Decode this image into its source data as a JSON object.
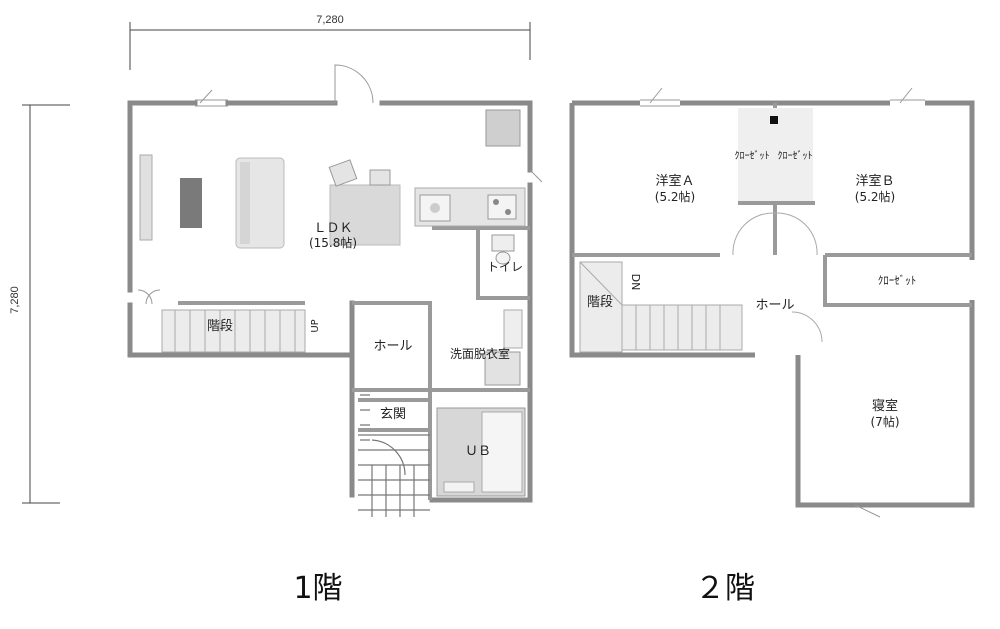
{
  "dimensions": {
    "width": "7,280",
    "height": "7,280"
  },
  "floor1": {
    "title": "1階",
    "rooms": {
      "ldk_name": "ＬＤＫ",
      "ldk_area": "(15.8帖)",
      "stairs": "階段",
      "up": "UP",
      "toilet": "トイレ",
      "hall": "ホール",
      "washroom": "洗面脱衣室",
      "entrance": "玄関",
      "bath": "ＵＢ"
    }
  },
  "floor2": {
    "title": "２階",
    "rooms": {
      "room_a_name": "洋室Ａ",
      "room_a_area": "(5.2帖)",
      "room_b_name": "洋室Ｂ",
      "room_b_area": "(5.2帖)",
      "closet_a": "ｸﾛｰｾﾞｯﾄ",
      "closet_b": "ｸﾛｰｾﾞｯﾄ",
      "closet_c": "ｸﾛｰｾﾞｯﾄ",
      "stairs": "階段",
      "down": "DN",
      "hall": "ホール",
      "bedroom_name": "寝室",
      "bedroom_area": "(7帖)"
    }
  },
  "colors": {
    "wall": "#8a8a8a",
    "wall_fill": "#b9b9b9",
    "furniture": "#d9d9d9",
    "accent": "#555555"
  }
}
